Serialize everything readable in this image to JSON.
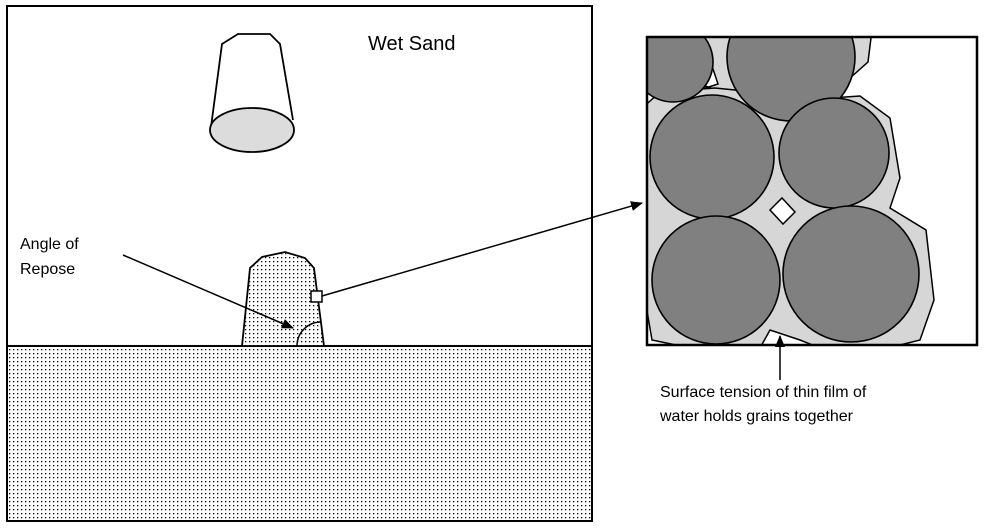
{
  "left_panel": {
    "title": "Wet Sand",
    "angle_label_line1": "Angle of",
    "angle_label_line2": "Repose"
  },
  "right_panel": {
    "caption_line1": "Surface tension of thin film of",
    "caption_line2": "water holds grains together"
  },
  "colors": {
    "grain": "#808080",
    "water_film": "#d6d6d6",
    "bucket_opening": "#dcdcdc",
    "outline": "#000000"
  }
}
